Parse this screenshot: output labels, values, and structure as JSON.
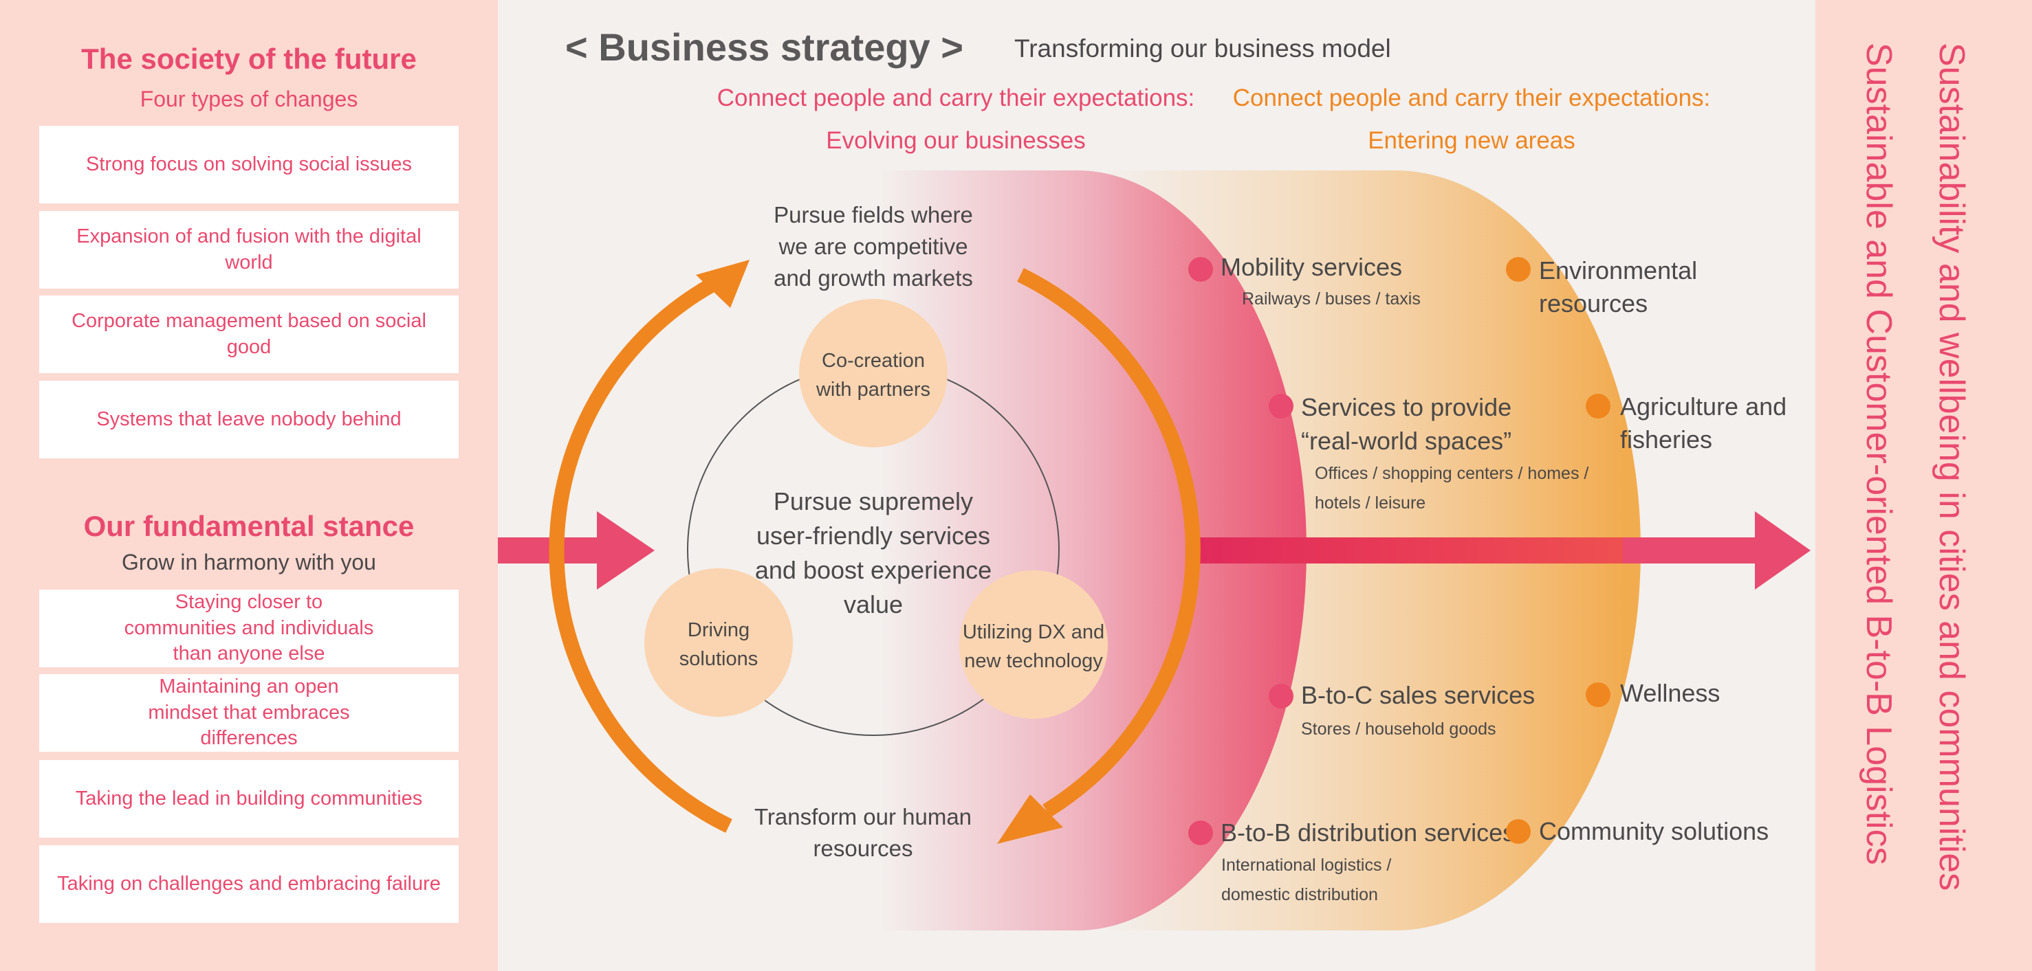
{
  "society": {
    "title": "The society of the future",
    "subtitle": "Four types of changes",
    "items": [
      "Strong focus on solving social issues",
      "Expansion of and fusion with the digital world",
      "Corporate management based on social good",
      "Systems that leave nobody behind"
    ]
  },
  "stance": {
    "title": "Our fundamental stance",
    "subtitle": "Grow in harmony with you",
    "items": [
      "Staying closer to communities and individuals than anyone else",
      "Maintaining an open mindset that embraces differences",
      "Taking the lead in building communities",
      "Taking on challenges and embracing failure"
    ]
  },
  "strategy": {
    "title": "< Business strategy >",
    "subtitle": "Transforming our business model",
    "evolving": {
      "line1": "Connect people and carry their expectations:",
      "line2": "Evolving our businesses"
    },
    "entering": {
      "line1": "Connect people and carry their expectations:",
      "line2": "Entering new areas"
    }
  },
  "cycle": {
    "top_text": "Pursue fields where we are competitive and growth markets",
    "bottom_text": "Transform our human resources",
    "center_text": "Pursue supremely user-friendly services and boost experience value",
    "nodes": {
      "cocreation": "Co-creation with partners",
      "driving": "Driving solutions",
      "dx": "Utilizing DX and new technology"
    }
  },
  "evolving_services": [
    {
      "name": "Mobility services",
      "detail": "Railways / buses / taxis"
    },
    {
      "name": "Services to provide “real-world spaces”",
      "detail": "Offices / shopping centers / homes / hotels / leisure"
    },
    {
      "name": "B-to-C sales services",
      "detail": "Stores / household goods"
    },
    {
      "name": "B-to-B distribution services",
      "detail": "International logistics / domestic distribution"
    }
  ],
  "new_areas": [
    "Environmental resources",
    "Agriculture and fisheries",
    "Wellness",
    "Community solutions"
  ],
  "goals": {
    "primary": "Sustainability and wellbeing in cities and communities",
    "secondary": "Sustainable and Customer-oriented B-to-B Logistics"
  },
  "colors": {
    "pink": "#e94a6f",
    "orange": "#f0861f",
    "peach": "#fbd5b1",
    "panel": "#fcd9d1",
    "gray_text": "#4a4848"
  }
}
